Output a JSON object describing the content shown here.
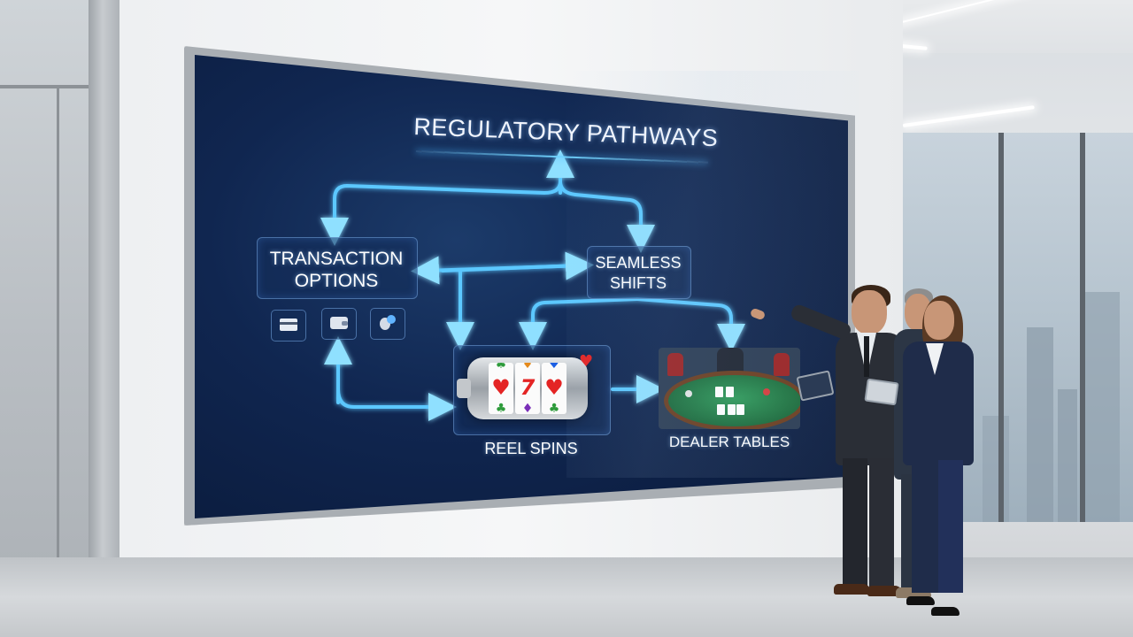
{
  "screen": {
    "title": "REGULATORY PATHWAYS",
    "nodes": {
      "transaction_options": {
        "line1": "TRANSACTION",
        "line2": "OPTIONS"
      },
      "seamless_shifts": {
        "line1": "SEAMLESS",
        "line2": "SHIFTS"
      },
      "reel_spins": {
        "label": "REEL SPINS"
      },
      "dealer_tables": {
        "label": "DEALER TABLES"
      }
    },
    "payment_icons": [
      "credit-card-icon",
      "wallet-icon",
      "crypto-coin-icon"
    ],
    "slot_symbols": [
      "♥",
      "7",
      "♥"
    ]
  },
  "colors": {
    "screen_bg": "#102650",
    "flow_arrow": "#5cc8ff",
    "flow_glow": "#2f7dff",
    "felt": "#1b6b3b",
    "chair": "#9a2222"
  }
}
